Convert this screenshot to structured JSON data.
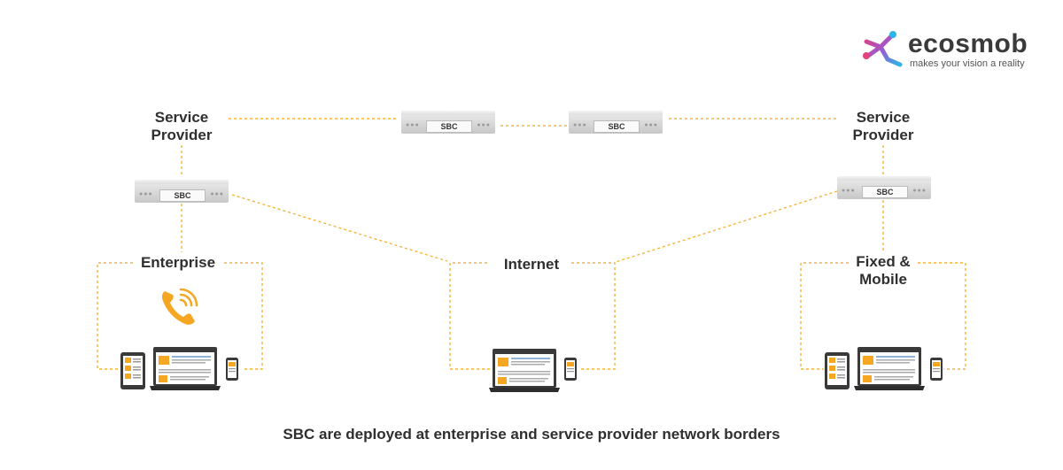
{
  "logo": {
    "name": "ecosmob",
    "tagline": "makes your vision a reality"
  },
  "nodes": {
    "sp_left": [
      "Service",
      "Provider"
    ],
    "sp_right": [
      "Service",
      "Provider"
    ],
    "enterprise": "Enterprise",
    "internet": "Internet",
    "fixed_mobile": [
      "Fixed &",
      "Mobile"
    ]
  },
  "sbc_label": "SBC",
  "caption": "SBC are deployed at enterprise and service provider network borders",
  "colors": {
    "link": "#f5b43a",
    "phone": "#f5a623",
    "text": "#2f2f2f"
  },
  "icons": [
    "phone-call-icon",
    "tablet-icon",
    "laptop-icon",
    "smartphone-icon"
  ]
}
